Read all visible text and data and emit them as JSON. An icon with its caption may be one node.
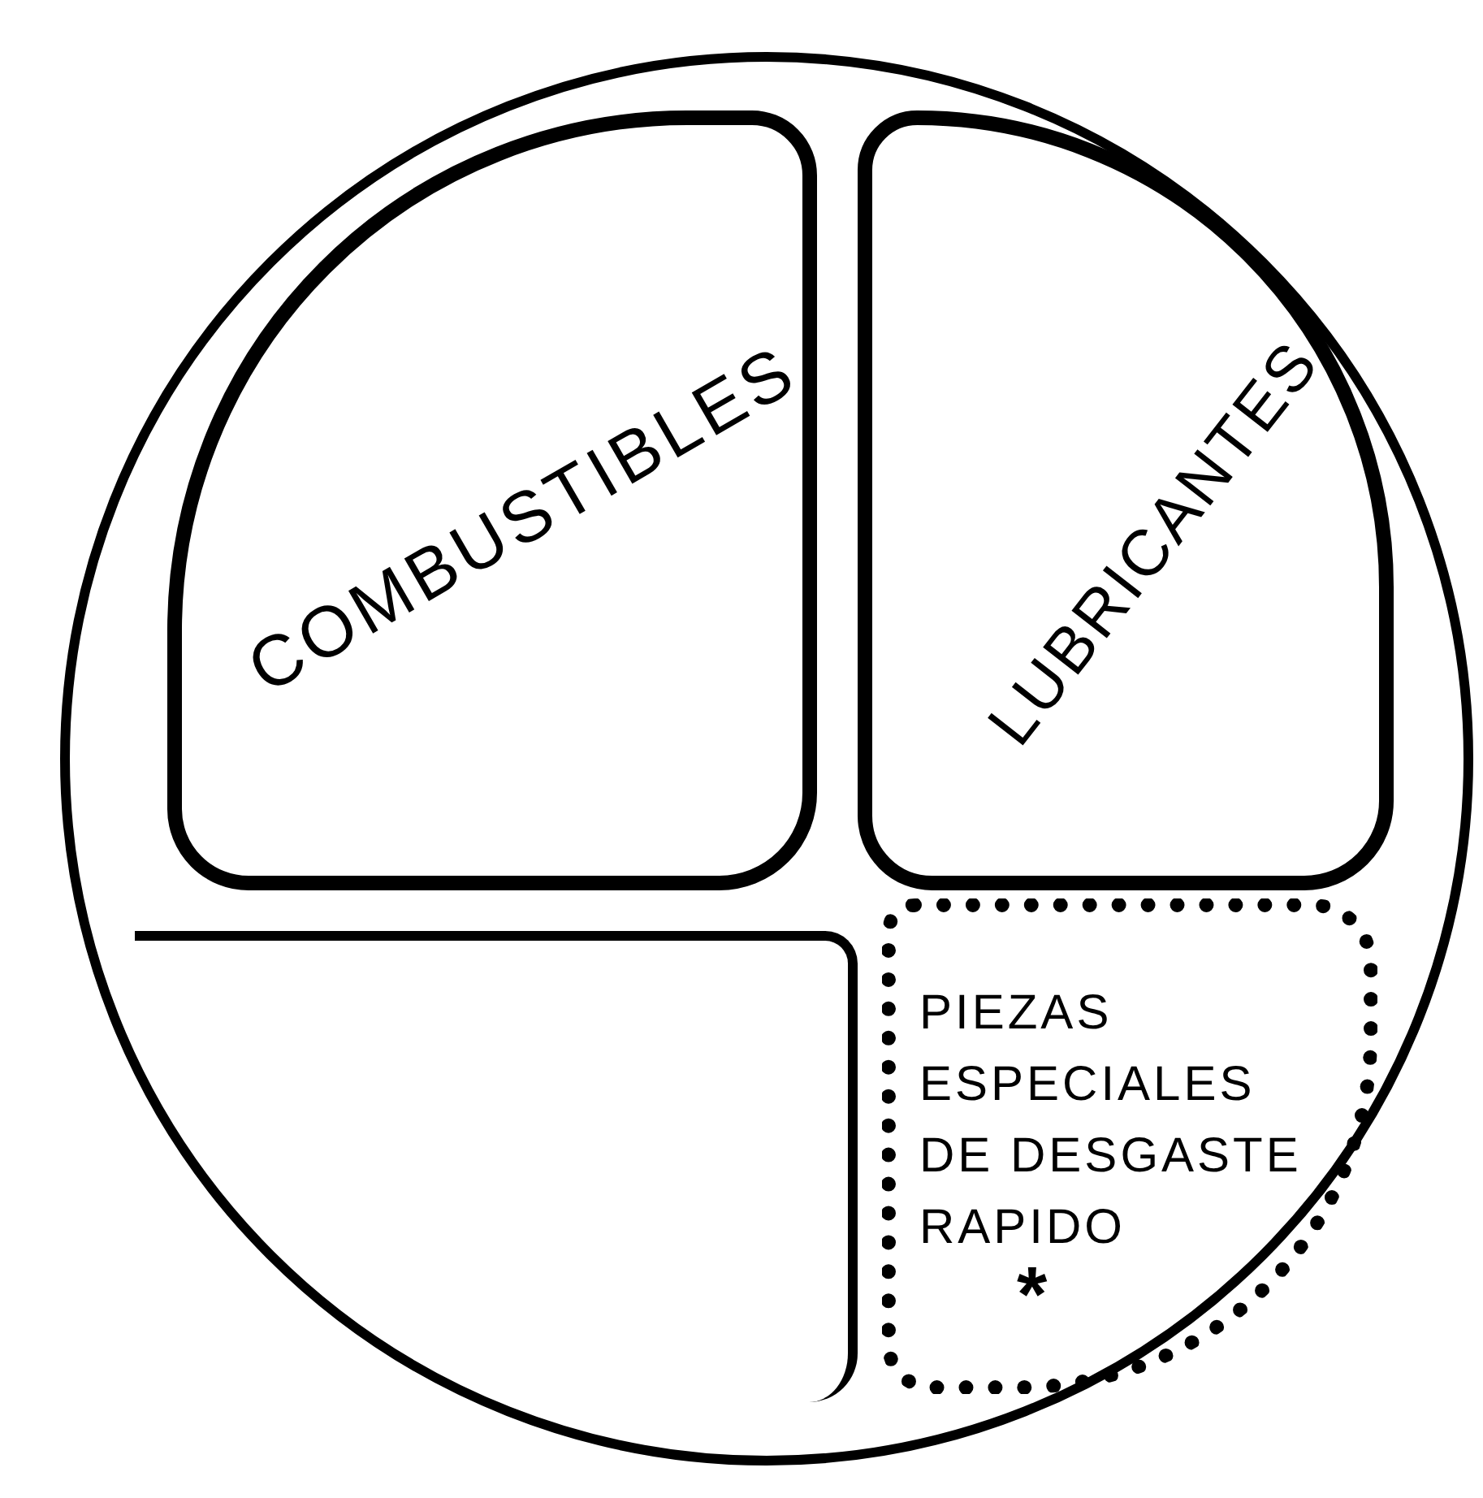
{
  "diagram": {
    "nodes": [
      {
        "text": [],
        "shape": "circle"
      },
      {
        "text": [
          "COMBUSTIBLES"
        ],
        "in": 0
      },
      {
        "text": [
          "LUBRICANTES"
        ],
        "in": 0
      },
      {
        "text": [],
        "shape": "box",
        "in": 0
      },
      {
        "text": [
          "PIEZAS ESPECIALES DE DESGASTE RAPIDO",
          "*"
        ],
        "in": 0
      }
    ]
  }
}
